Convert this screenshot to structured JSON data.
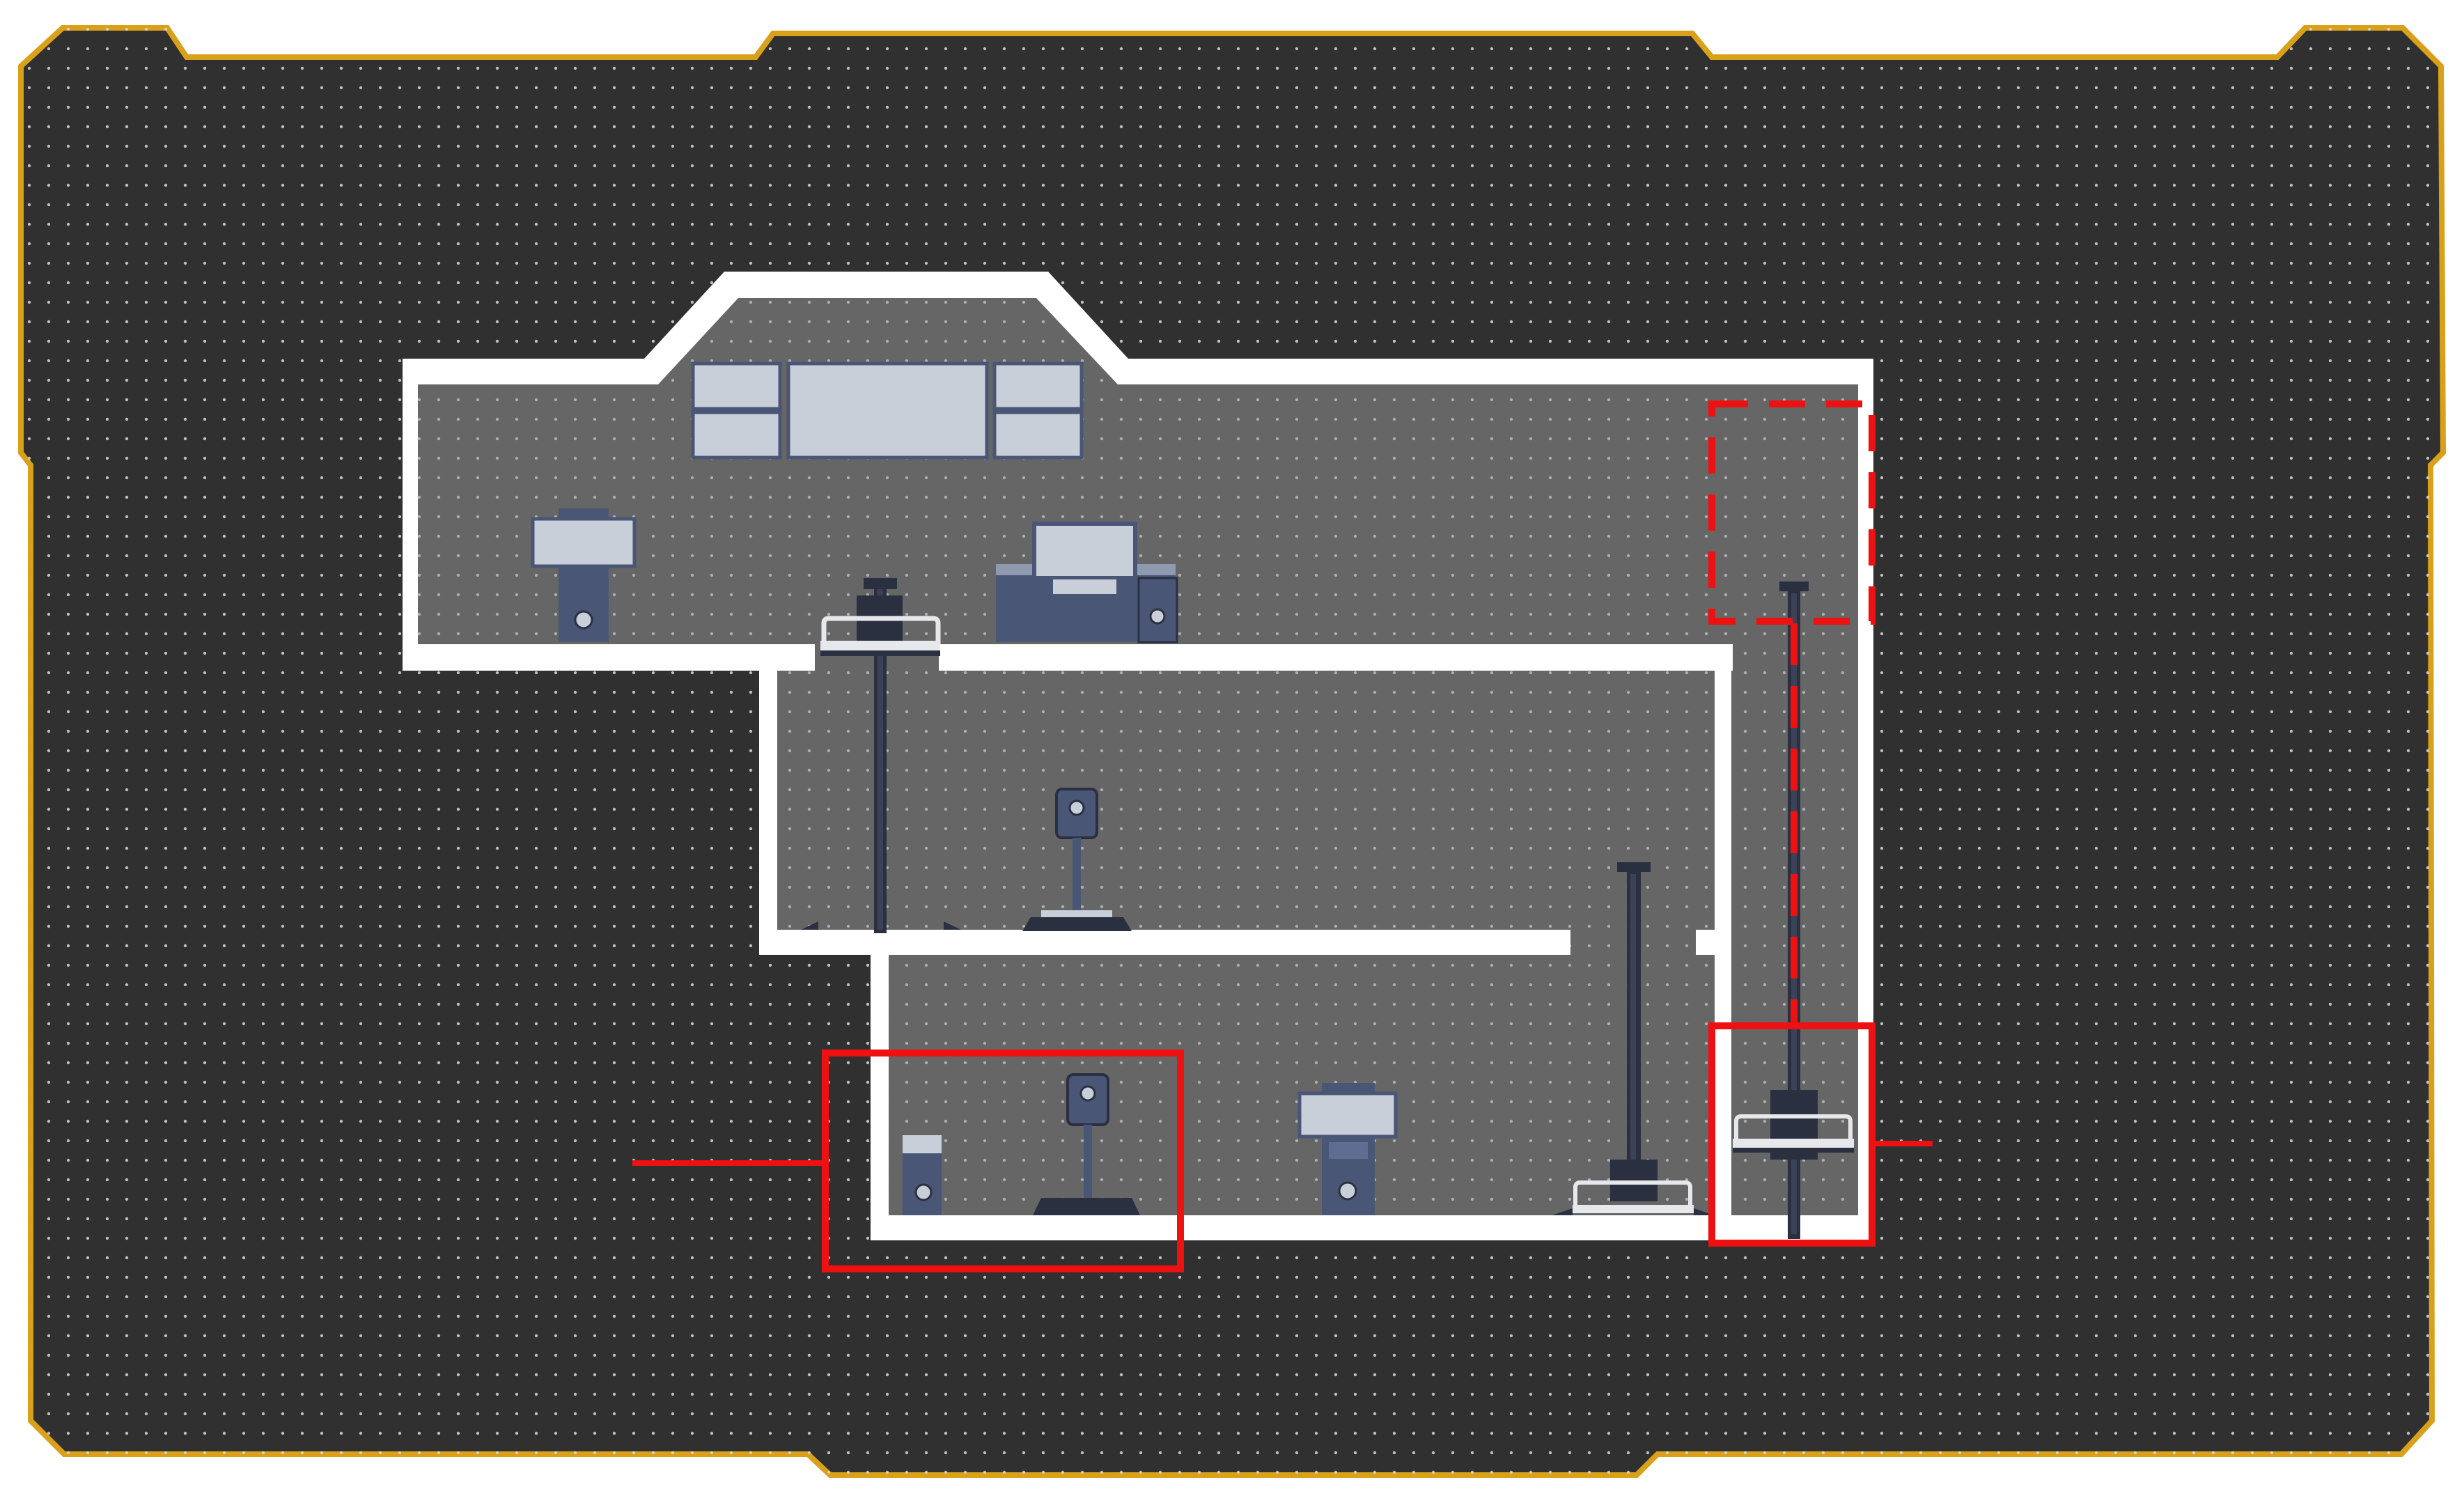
{
  "level": {
    "colors": {
      "frame_border": "#d9a11a",
      "frame_fill": "#303030",
      "frame_dots": "#d8d8d8",
      "room_fill": "#666666",
      "room_dots": "#bdbdbd",
      "wall": "#ffffff",
      "highlight": "#ee1111",
      "furniture_dark": "#4a5675",
      "furniture_light": "#c9cfd8",
      "pole": "#2b3040",
      "platform_rail": "#e6e8ec"
    },
    "icons": [
      "computer-tower-icon",
      "screen-icon",
      "elevator-pole-icon",
      "elevator-platform-icon",
      "camera-sensor-icon"
    ],
    "highlight_boxes": [
      {
        "id": "target-lower-left",
        "style": "solid"
      },
      {
        "id": "target-elevator-bottom",
        "style": "solid"
      },
      {
        "id": "target-elevator-top",
        "style": "dashed"
      }
    ]
  }
}
